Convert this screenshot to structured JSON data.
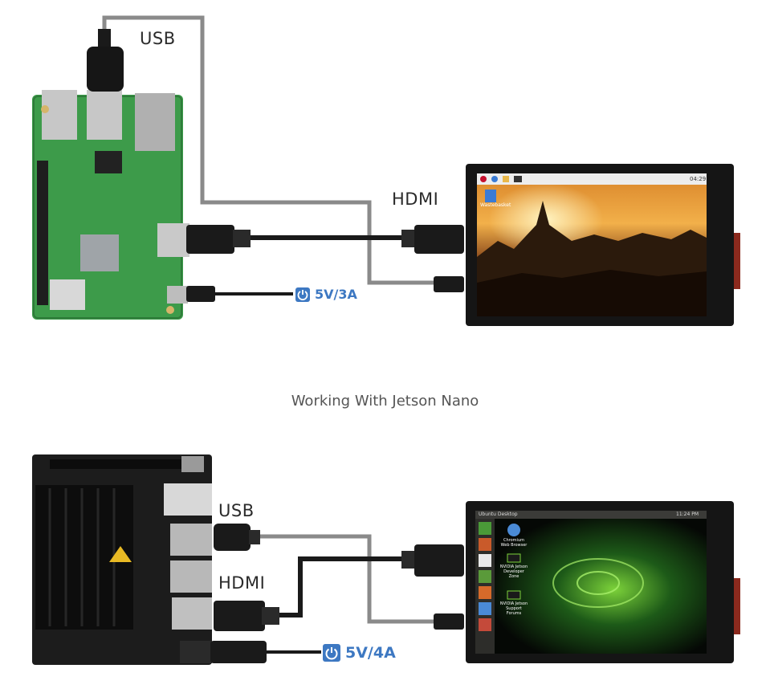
{
  "top_setup": {
    "usb_label": "USB",
    "hdmi_label": "HDMI",
    "power_label": "5V/3A",
    "screen": {
      "time": "04:29",
      "desktop_icon_label": "Wastebasket"
    }
  },
  "caption": "Working With Jetson Nano",
  "bottom_setup": {
    "usb_label": "USB",
    "hdmi_label": "HDMI",
    "power_label": "5V/4A",
    "screen": {
      "window_title": "Ubuntu Desktop",
      "time": "11:24 PM",
      "desktop_icons": [
        "Chromium Web Browser",
        "NVIDIA Jetson Developer Zone",
        "NVIDIA Jetson Support Forums"
      ]
    }
  },
  "colors": {
    "power_accent": "#3d78c2",
    "cable_gray": "#8a8a8a",
    "cable_black": "#1a1a1a",
    "rpi_board": "#3d9b4a",
    "jetson_board": "#1c1c1c"
  }
}
